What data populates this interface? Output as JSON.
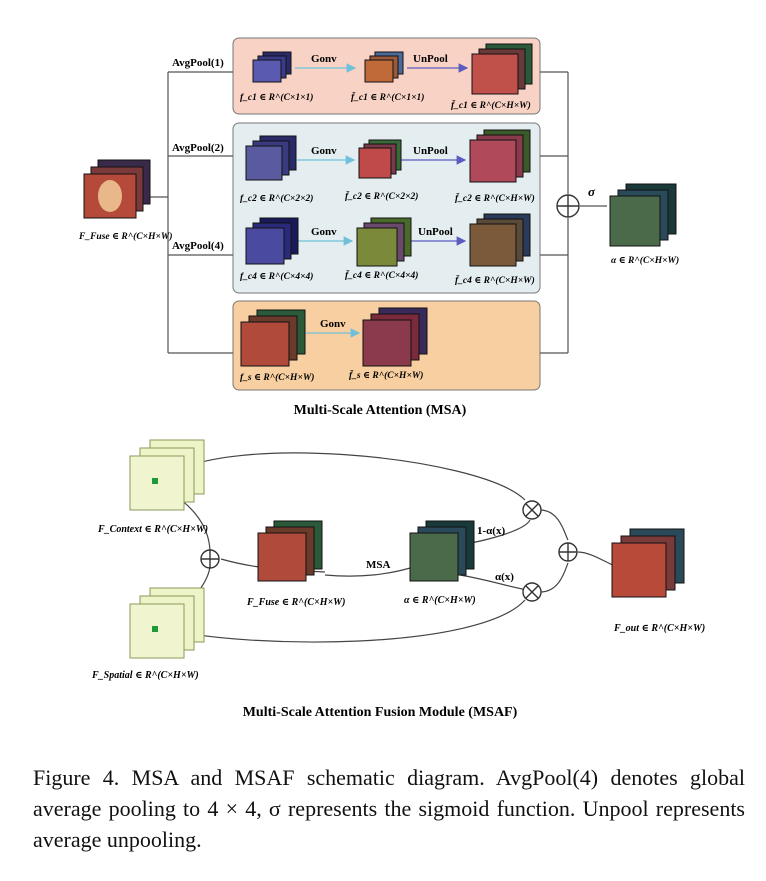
{
  "msa": {
    "title": "Multi-Scale Attention (MSA)",
    "input_label": "F_Fuse ∈ R^(C×H×W)",
    "output_label": "α ∈ R^(C×H×W)",
    "sigma": "σ",
    "branch1": {
      "pool": "AvgPool(1)",
      "conv": "Gonv",
      "unpool": "UnPool",
      "lab1": "f_c1 ∈ R^(C×1×1)",
      "lab2": "f̄_c1 ∈ R^(C×1×1)",
      "lab3": "f̄_c1 ∈ R^(C×H×W)"
    },
    "branch2": {
      "pool": "AvgPool(2)",
      "conv": "Gonv",
      "unpool": "UnPool",
      "lab1": "f_c2 ∈ R^(C×2×2)",
      "lab2": "f̄_c2 ∈ R^(C×2×2)",
      "lab3": "f̄_c2 ∈ R^(C×H×W)"
    },
    "branch4": {
      "pool": "AvgPool(4)",
      "conv": "Gonv",
      "unpool": "UnPool",
      "lab1": "f_c4 ∈ R^(C×4×4)",
      "lab2": "f̄_c4 ∈ R^(C×4×4)",
      "lab3": "f̄_c4 ∈ R^(C×H×W)"
    },
    "branchs": {
      "conv": "Gonv",
      "lab1": "f_s ∈ R^(C×H×W)",
      "lab2": "f̄_s ∈ R^(C×H×W)"
    }
  },
  "msaf": {
    "title": "Multi-Scale Attention Fusion Module (MSAF)",
    "context_label": "F_Context ∈ R^(C×H×W)",
    "spatial_label": "F_Spatial ∈ R^(C×H×W)",
    "fuse_label": "F_Fuse ∈ R^(C×H×W)",
    "alpha_label": "α ∈ R^(C×H×W)",
    "out_label": "F_out ∈ R^(C×H×W)",
    "msa_text": "MSA",
    "one_minus_alpha": "1-α(x)",
    "alpha_x": "α(x)"
  },
  "caption": "Figure 4.  MSA and MSAF schematic diagram.  AvgPool(4) denotes global average pooling to 4 × 4, σ represents the sigmoid function. Unpool represents average unpooling.",
  "colors": {
    "box1": "#f9d2c6",
    "box2": "#e4eef0",
    "box3": "#f8cfa0",
    "arrow_conv": "#6fc1d9",
    "arrow_unpool": "#5b5bc0"
  }
}
